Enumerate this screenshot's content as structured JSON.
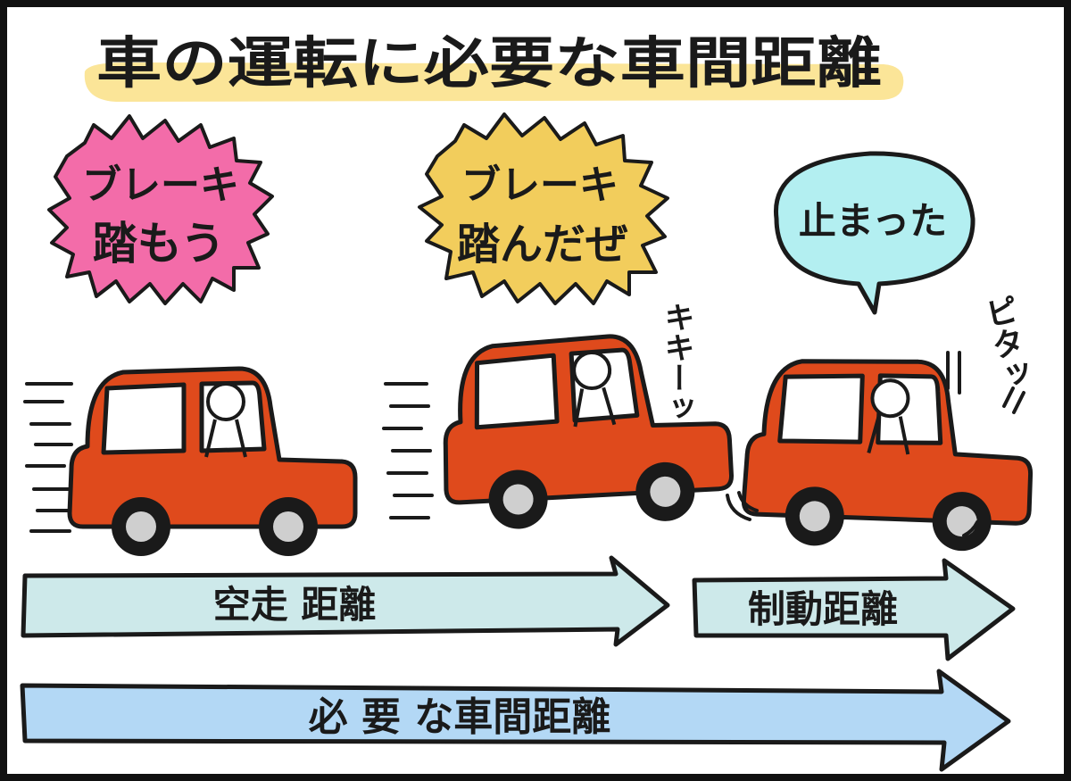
{
  "title": "車の運転に必要な車間距離",
  "bubbles": [
    {
      "line1": "ブレーキ",
      "line2": "踏もう",
      "color": "#F36CA9"
    },
    {
      "line1": "ブレーキ",
      "line2": "踏んだぜ",
      "color": "#F2CD5C"
    },
    {
      "line1": "止まった",
      "line2": "",
      "color": "#B3EFF1"
    }
  ],
  "sfx": {
    "skid": "キキーッ",
    "stop": "ピタッ"
  },
  "arrows": {
    "free_running": "空走 距離",
    "braking": "制動距離",
    "total": "必 要 な車間距離"
  },
  "colors": {
    "car_body": "#DF4A1C",
    "highlight": "#FBE598",
    "arrow_teal": "#CDE9EA",
    "arrow_blue": "#B3D8F5",
    "outline": "#1a1a1a"
  }
}
